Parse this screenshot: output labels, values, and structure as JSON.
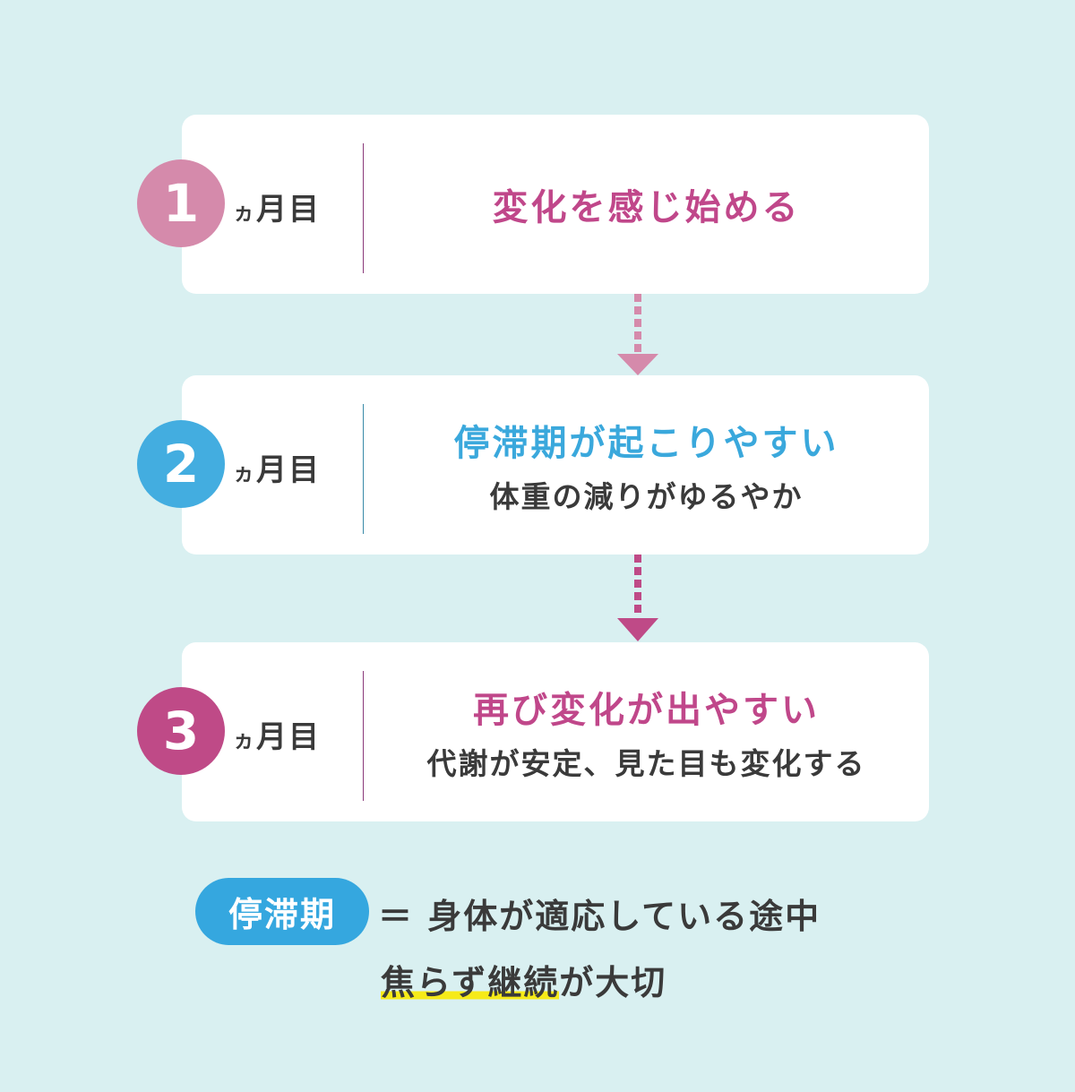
{
  "colors": {
    "background": "#d9f0f1",
    "step1": "#d58aab",
    "step2": "#43ade0",
    "step3": "#bf4a87",
    "highlight": "#f6ea18"
  },
  "steps": [
    {
      "number": "1",
      "month_ka": "ヵ",
      "month_rest": "月目",
      "title": "変化を感じ始める",
      "subtitle": null
    },
    {
      "number": "2",
      "month_ka": "ヵ",
      "month_rest": "月目",
      "title": "停滞期が起こりやすい",
      "subtitle": "体重の減りがゆるやか"
    },
    {
      "number": "3",
      "month_ka": "ヵ",
      "month_rest": "月目",
      "title": "再び変化が出やすい",
      "subtitle": "代謝が安定、見た目も変化する"
    }
  ],
  "footer": {
    "badge": "停滞期",
    "definition": "＝ 身体が適応している途中",
    "advice_highlight": "焦らず継続",
    "advice_rest": "が大切"
  }
}
